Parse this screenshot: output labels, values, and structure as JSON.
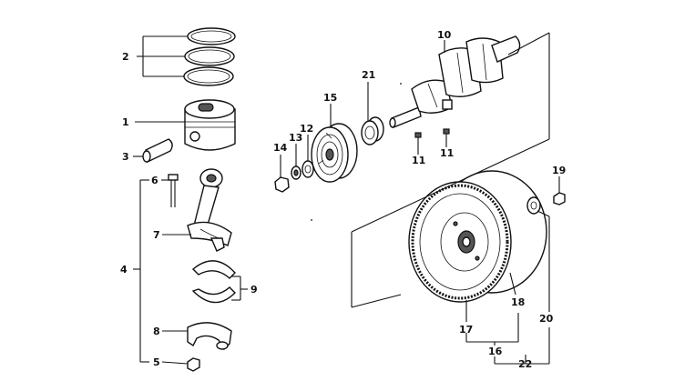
{
  "diagram": {
    "callouts": {
      "c1": "1",
      "c2": "2",
      "c3": "3",
      "c4": "4",
      "c5": "5",
      "c6": "6",
      "c7": "7",
      "c8": "8",
      "c9": "9",
      "c10": "10",
      "c11a": "11",
      "c11b": "11",
      "c12": "12",
      "c13": "13",
      "c14": "14",
      "c15": "15",
      "c16": "16",
      "c17": "17",
      "c18": "18",
      "c19": "19",
      "c20": "20",
      "c21": "21",
      "c22": "22"
    },
    "line_color": "#111111",
    "background": "#ffffff"
  }
}
